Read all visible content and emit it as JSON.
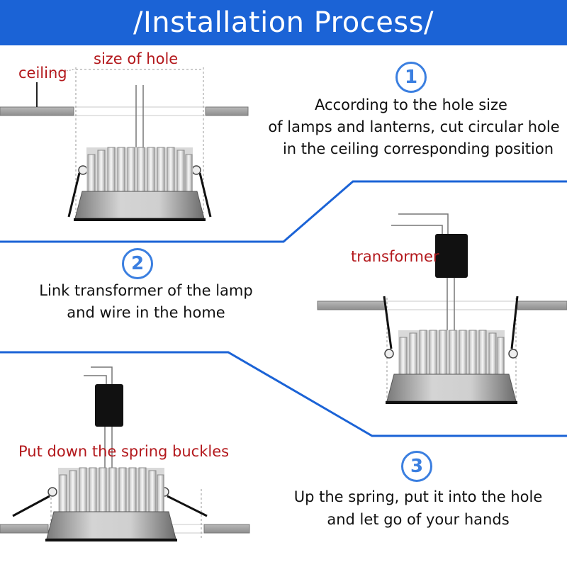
{
  "header": {
    "title": "/Installation Process/"
  },
  "colors": {
    "banner": "#1b63d6",
    "divider": "#1b63d6",
    "step_number": "#3b7fe0",
    "callout": "#b3181c",
    "ceiling": "#9a9a9a"
  },
  "steps": [
    {
      "number": "1",
      "lines": [
        "According to the hole size",
        "of lamps and lanterns, cut circular hole",
        "in the ceiling corresponding position"
      ]
    },
    {
      "number": "2",
      "lines": [
        "Link transformer of the lamp",
        "and wire in the home"
      ]
    },
    {
      "number": "3",
      "lines": [
        "Up the spring, put it into the hole",
        "and let go of your hands"
      ]
    }
  ],
  "callouts": {
    "ceiling": "ceiling",
    "hole_size": "size of hole",
    "transformer": "transformer",
    "spring_buckles": "Put down the spring buckles"
  }
}
